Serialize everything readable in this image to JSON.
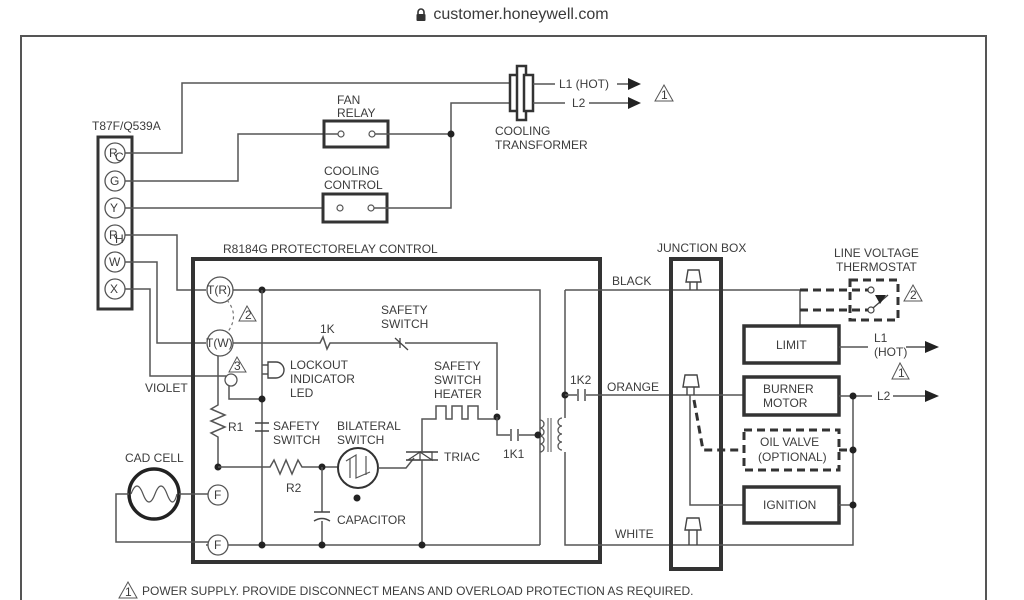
{
  "browser": {
    "url": "customer.honeywell.com",
    "lock_icon": "lock-icon"
  },
  "diagram": {
    "thermostat": {
      "model": "T87F/Q539A",
      "terminals": [
        "R",
        "G",
        "Y",
        "R",
        "W",
        "X"
      ],
      "terminal_subs": [
        "C",
        "",
        "",
        "H",
        "",
        ""
      ]
    },
    "fan_relay": {
      "line1": "FAN",
      "line2": "RELAY"
    },
    "cooling_control": {
      "line1": "COOLING",
      "line2": "CONTROL"
    },
    "cooling_transformer": {
      "line1": "COOLING",
      "line2": "TRANSFORMER",
      "l1": "L1 (HOT)",
      "l2": "L2"
    },
    "protectorelay": {
      "title": "R8184G PROTECTORELAY CONTROL",
      "t_r": "T(R)",
      "t_w": "T(W)",
      "f1": "F",
      "f2": "F",
      "k1": "1K",
      "safety_switch_a": {
        "line1": "SAFETY",
        "line2": "SWITCH"
      },
      "lockout": {
        "line1": "LOCKOUT",
        "line2": "INDICATOR",
        "line3": "LED"
      },
      "safety_switch_heater": {
        "line1": "SAFETY",
        "line2": "SWITCH",
        "line3": "HEATER"
      },
      "r1": "R1",
      "safety_switch_b": {
        "line1": "SAFETY",
        "line2": "SWITCH"
      },
      "bilateral": {
        "line1": "BILATERAL",
        "line2": "SWITCH"
      },
      "triac": "TRIAC",
      "r2": "R2",
      "capacitor": "CAPACITOR",
      "k1_contact": "1K1",
      "k2_contact": "1K2"
    },
    "violet": "VIOLET",
    "cad_cell": "CAD CELL",
    "junction_box": "JUNCTION BOX",
    "wires": {
      "black": "BLACK",
      "orange": "ORANGE",
      "white": "WHITE"
    },
    "line_voltage_thermostat": {
      "line1": "LINE VOLTAGE",
      "line2": "THERMOSTAT"
    },
    "limit": "LIMIT",
    "limit_l1": {
      "line1": "L1",
      "line2": "(HOT)"
    },
    "burner_motor": {
      "line1": "BURNER",
      "line2": "MOTOR"
    },
    "burner_l2": "L2",
    "oil_valve": {
      "line1": "OIL VALVE",
      "line2": "(OPTIONAL)"
    },
    "ignition": "IGNITION",
    "notes": {
      "n1": "1",
      "n2": "2",
      "n3": "3"
    },
    "footnote": "POWER SUPPLY.  PROVIDE DISCONNECT MEANS AND OVERLOAD PROTECTION AS REQUIRED."
  }
}
